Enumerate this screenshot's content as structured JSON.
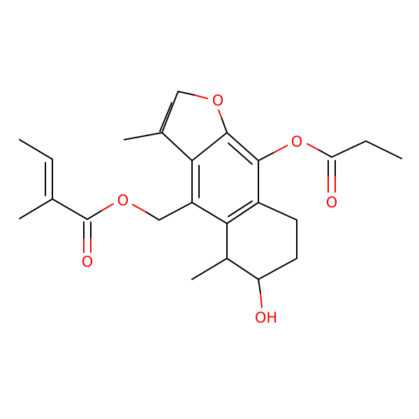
{
  "atoms": {
    "furan_oxygen": "O",
    "ester_oxygen_left": "O",
    "carbonyl_oxygen_left": "O",
    "ester_oxygen_right": "O",
    "carbonyl_oxygen_right": "O",
    "hydroxyl": "OH"
  },
  "colors": {
    "carbon_bond": "#000000",
    "oxygen": "#ff0000"
  }
}
